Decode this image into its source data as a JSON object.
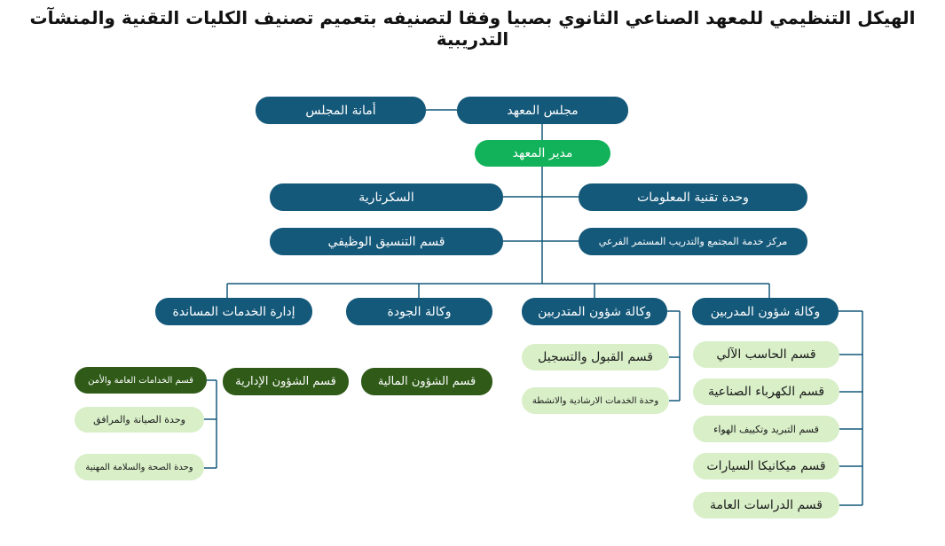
{
  "title": "الهيكل التنظيمي للمعهد الصناعي الثانوي بصبيا وفقا لتصنيفه بتعميم تصنيف الكليات التقنية والمنشآت التدريبية",
  "colors": {
    "dark_node": "#14587a",
    "director_node": "#11b259",
    "section_node": "#2f5a18",
    "sub_node": "#d8efc8",
    "connector": "#14587a"
  },
  "top": {
    "council": "مجلس المعهد",
    "council_secretariat": "أمانة المجلس",
    "director": "مدير المعهد"
  },
  "staff": {
    "it_unit": "وحدة تقنية المعلومات",
    "secretariat": "السكرتارية",
    "community_center": "مركز خدمة المجتمع والتدريب المستمر الفرعي",
    "job_coordination": "قسم التنسيق الوظيفي"
  },
  "agencies": {
    "trainers": "وكالة شؤون المدربين",
    "trainees": "وكالة شؤون المتدربين",
    "quality": "وكالة الجودة",
    "support": "إدارة الخدمات المساندة"
  },
  "trainer_departments": [
    "قسم الحاسب الآلي",
    "قسم الكهرباء الصناعية",
    "قسم التبريد وتكييف الهواء",
    "قسم ميكانيكا السيارات",
    "قسم الدراسات العامة"
  ],
  "trainee_units": [
    "قسم القبول والتسجيل",
    "وحدة الخدمات الارشادية والانشطة"
  ],
  "support_sections": {
    "financial": "قسم الشؤون المالية",
    "administrative": "قسم الشؤون الإدارية",
    "general_services": "قسم الخدامات العامة والأمن"
  },
  "general_services_units": [
    "وحدة الصيانة والمرافق",
    "وحدة الصحة والسلامة المهنية"
  ]
}
